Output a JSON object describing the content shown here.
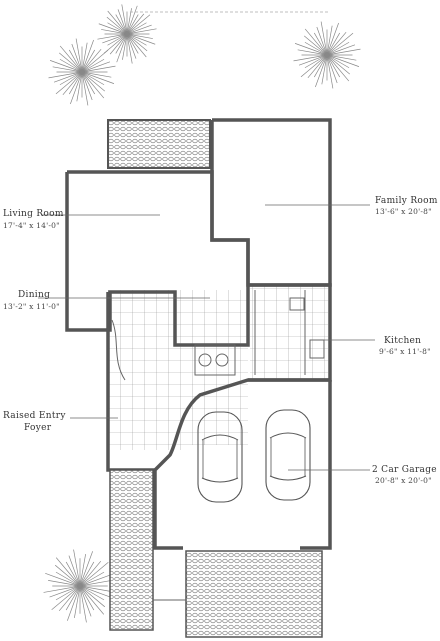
{
  "rooms": {
    "family_room": {
      "name": "Family Room",
      "size": "13'-6\" x 20'-8\""
    },
    "living_room": {
      "name": "Living Room",
      "size": "17'-4\" x 14'-0\""
    },
    "dining": {
      "name": "Dining",
      "size": "13'-2\" x 11'-0\""
    },
    "kitchen": {
      "name": "Kitchen",
      "size": "9'-6\" x 11'-8\""
    },
    "raised_entry": {
      "line1": "Raised Entry",
      "line2": "Foyer"
    },
    "garage": {
      "name": "2 Car Garage",
      "size": "20'-8\" x 20'-0\""
    }
  },
  "colors": {
    "line": "#555555",
    "text": "#333333",
    "hatch": "#888888"
  }
}
